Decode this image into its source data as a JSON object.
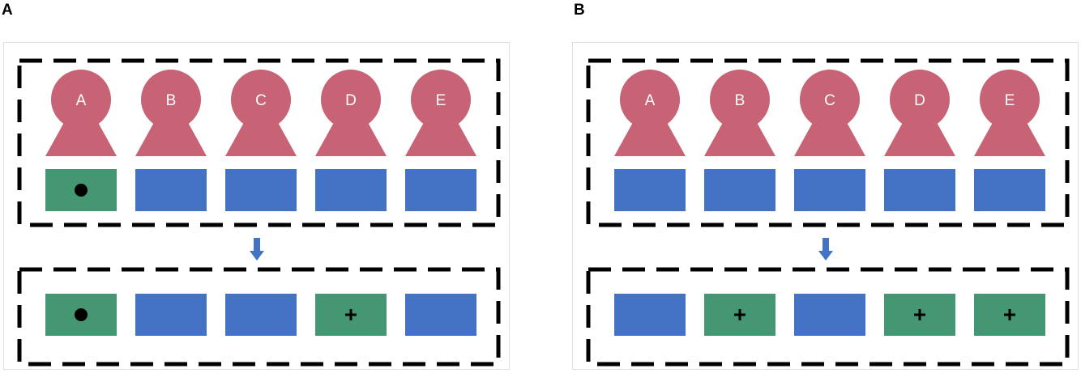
{
  "colors": {
    "person": "#c86375",
    "blue_box": "#4472c4",
    "green_box": "#449772",
    "dash": "#000000",
    "arrow": "#4472c4",
    "panel_border": "#e0e0e0"
  },
  "panels": [
    {
      "label": "A",
      "people": [
        "A",
        "B",
        "C",
        "D",
        "E"
      ],
      "top_boxes": [
        {
          "state": "green",
          "marker": "dot"
        },
        {
          "state": "blue",
          "marker": ""
        },
        {
          "state": "blue",
          "marker": ""
        },
        {
          "state": "blue",
          "marker": ""
        },
        {
          "state": "blue",
          "marker": ""
        }
      ],
      "bottom_boxes": [
        {
          "state": "green",
          "marker": "dot"
        },
        {
          "state": "blue",
          "marker": ""
        },
        {
          "state": "blue",
          "marker": ""
        },
        {
          "state": "green",
          "marker": "plus"
        },
        {
          "state": "blue",
          "marker": ""
        }
      ]
    },
    {
      "label": "B",
      "people": [
        "A",
        "B",
        "C",
        "D",
        "E"
      ],
      "top_boxes": [
        {
          "state": "blue",
          "marker": ""
        },
        {
          "state": "blue",
          "marker": ""
        },
        {
          "state": "blue",
          "marker": ""
        },
        {
          "state": "blue",
          "marker": ""
        },
        {
          "state": "blue",
          "marker": ""
        }
      ],
      "bottom_boxes": [
        {
          "state": "blue",
          "marker": ""
        },
        {
          "state": "green",
          "marker": "plus"
        },
        {
          "state": "blue",
          "marker": ""
        },
        {
          "state": "green",
          "marker": "plus"
        },
        {
          "state": "green",
          "marker": "plus"
        }
      ]
    }
  ]
}
